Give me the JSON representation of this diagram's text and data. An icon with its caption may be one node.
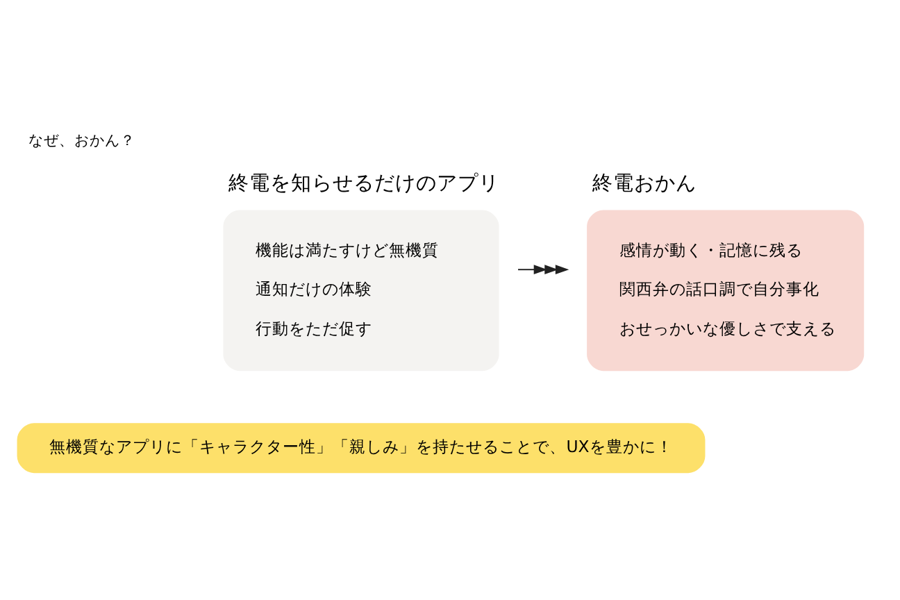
{
  "diagram": {
    "title": "なぜ、おかん？",
    "nodes": [
      {
        "text": [
          "終電を知らせるだけのアプリ",
          "機能は満たすけど無機質",
          "通知だけの体験",
          "行動をただ促す"
        ]
      },
      {
        "text": [
          "終電おかん",
          "感情が動く・記憶に残る",
          "関西弁の話口調で自分事化",
          "おせっかいな優しさで支える"
        ]
      },
      {
        "text": [
          "無機質なアプリに「キャラクター性」「親しみ」を持たせることで、UXを豊かに！"
        ]
      }
    ],
    "edges": [
      {
        "from": 0,
        "to": 1,
        "arrow": "to"
      }
    ]
  }
}
